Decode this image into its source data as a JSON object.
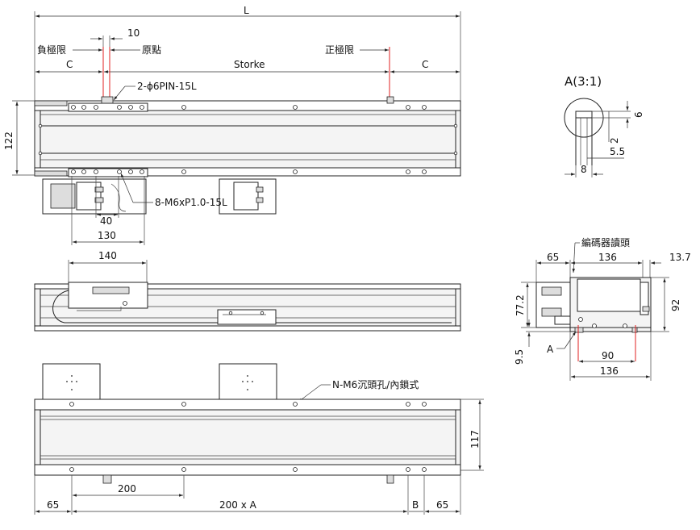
{
  "labels": {
    "L": "L",
    "ten": "10",
    "neg_limit": "負極限",
    "origin": "原點",
    "pos_limit": "正極限",
    "c_left": "C",
    "c_right": "C",
    "stroke": "Storke",
    "pin": "2-ϕ6PIN-15L",
    "h122": "122",
    "tap": "8-M6xP1.0-15L",
    "d40": "40",
    "d130": "130",
    "d140": "140",
    "detail": "A(3:1)",
    "d6": "6",
    "d2": "2",
    "d5_5": "5.5",
    "d8": "8",
    "encoder": "編碼器讀頭",
    "d65_side": "65",
    "d136_top": "136",
    "d13_7": "13.7",
    "d77_2": "77.2",
    "d92": "92",
    "d9_5": "9.5",
    "markA": "A",
    "d90": "90",
    "d136_bot": "136",
    "counterbore": "N-M6沉頭孔/內鎖式",
    "h117": "117",
    "d200": "200",
    "d65_left": "65",
    "d200xA": "200 x A",
    "dB": "B",
    "d65_right": "65"
  }
}
